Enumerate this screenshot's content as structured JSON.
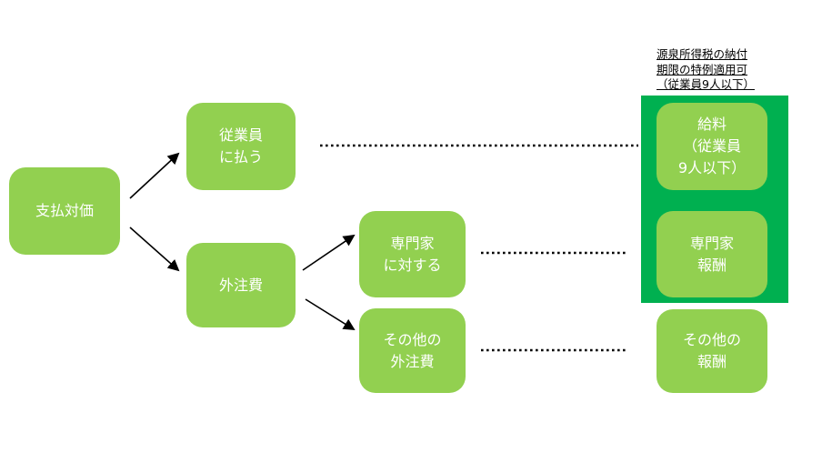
{
  "colors": {
    "light_green": "#92D050",
    "dark_green": "#00B050",
    "label_text": "#FFFFFF",
    "note_text": "#000000",
    "connector": "#000000"
  },
  "note": {
    "line1": "源泉所得税の納付",
    "line2": "期限の特例適用可",
    "line3": "（従業員9人以下）"
  },
  "nodes": {
    "payment": "支払対価",
    "employee": "従業員\nに払う",
    "outsourcing": "外注費",
    "specialist": "専門家\nに対する",
    "other_outsourcing": "その他の\n外注費",
    "salary": "給料\n（従業員\n9人以下）",
    "specialist_fee": "専門家\n報酬",
    "other_fee": "その他の\n報酬"
  }
}
